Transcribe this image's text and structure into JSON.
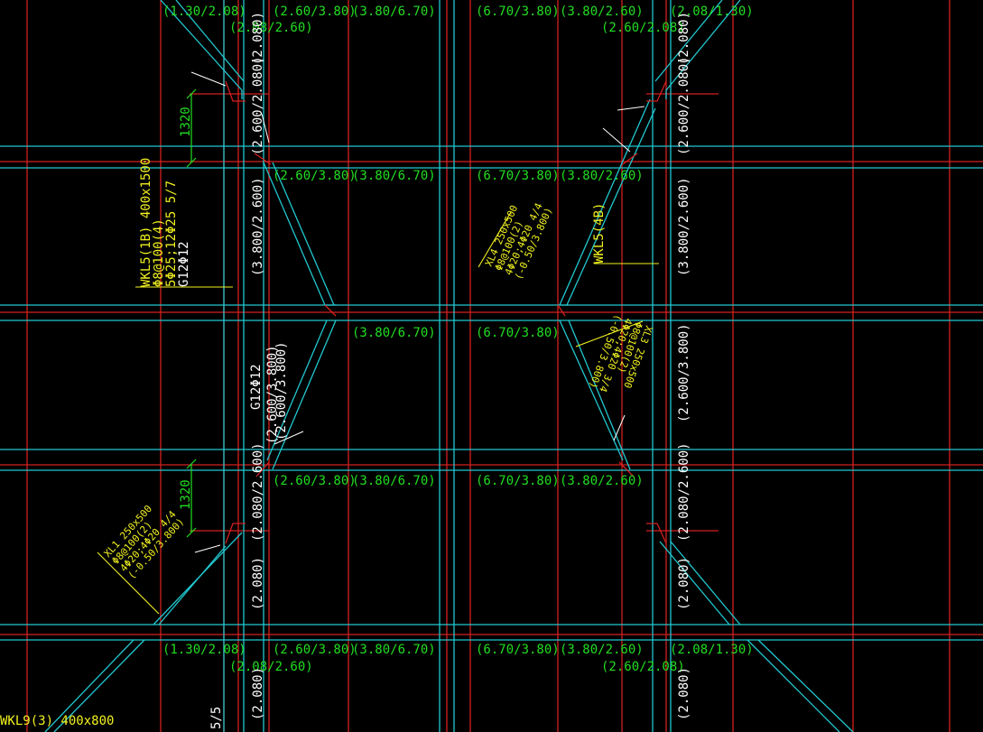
{
  "colors": {
    "background": "#000000",
    "grid": "#d42020",
    "beam": "#20c8d0",
    "span_label": "#22dd22",
    "beam_label": "#f0f020",
    "label_white": "#ffffff"
  },
  "span_labels": {
    "r1": [
      "(1.30/2.08)",
      "(2.08/2.60)",
      "(2.60/3.80)",
      "(3.80/6.70)",
      "(6.70/3.80)",
      "(3.80/2.60)",
      "(2.60/2.08)",
      "(2.08/1.30)"
    ],
    "r2": [
      "(2.60/3.80)",
      "(3.80/6.70)",
      "(6.70/3.80)",
      "(3.80/2.60)"
    ],
    "r3": [
      "(3.80/6.70)",
      "(6.70/3.80)"
    ],
    "r4": [
      "(2.60/3.80)",
      "(3.80/6.70)",
      "(6.70/3.80)",
      "(3.80/2.60)"
    ],
    "r5": [
      "(1.30/2.08)",
      "(2.60/3.80)",
      "(3.80/6.70)",
      "(6.70/3.80)",
      "(3.80/2.60)",
      "(2.08/1.30)",
      "(2.08/2.60)",
      "(2.60/2.08)"
    ]
  },
  "vertical_labels": {
    "left": [
      "(2.080)",
      "(2.600/2.080)",
      "(3.800/2.600)",
      "(2.600/3.800)",
      "(2.080/2.600)",
      "(2.080)",
      "(2.080)"
    ],
    "right": [
      "(2.080)",
      "(2.600/2.080)",
      "(3.800/2.600)",
      "(2.600/3.800)",
      "(2.080/2.600)",
      "(2.080)",
      "(2.080)"
    ]
  },
  "dimensions": [
    "1320",
    "1320"
  ],
  "beam_notes": {
    "wkl5_1b": [
      "WKL5(1B) 400x1500",
      "Φ8@100(4)",
      "5Φ25;12Φ25 5/7",
      "G12Φ12"
    ],
    "g12": [
      "G12Φ12",
      "(2.600/3.800)"
    ],
    "xl4": [
      "XL4 250x500",
      "Φ8@100(2)",
      "4Φ20;4Φ20 4/4",
      "(-0.50/3.800)"
    ],
    "wkl5_4b": [
      "WKL5(4B)"
    ],
    "xl3": [
      "XL3 250x500",
      "Φ8@100(2)",
      "4Φ20;4Φ20 3/4",
      "(-0.50/3.800)"
    ],
    "xl1": [
      "XL1 250x500",
      "Φ8@100(2)",
      "4Φ20;4Φ20 4/4",
      "(-0.50/3.800)"
    ],
    "wkl9": [
      "WKL9(3) 400x800",
      "5/5"
    ]
  }
}
